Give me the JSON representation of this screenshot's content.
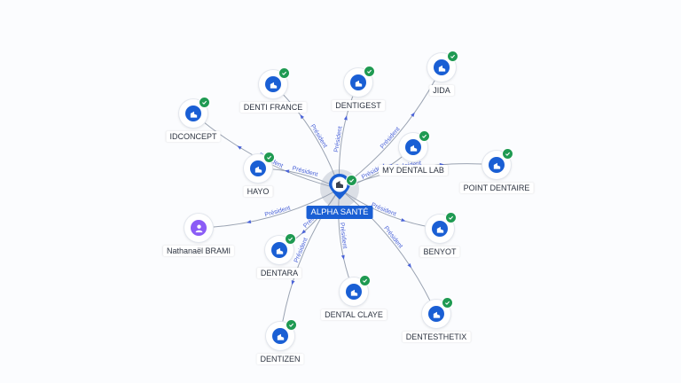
{
  "center": {
    "name": "ALPHA SANTÉ",
    "icon": "building-icon",
    "verified": true
  },
  "edge_label": "Président",
  "nodes": [
    {
      "id": "denti-france",
      "name": "DENTI FRANCE",
      "icon": "building-icon",
      "verified": true
    },
    {
      "id": "dentigest",
      "name": "DENTIGEST",
      "icon": "building-icon",
      "verified": true
    },
    {
      "id": "jida",
      "name": "JIDA",
      "icon": "building-icon",
      "verified": true
    },
    {
      "id": "idconcept",
      "name": "IDCONCEPT",
      "icon": "building-icon",
      "verified": true
    },
    {
      "id": "my-dental-lab",
      "name": "MY DENTAL LAB",
      "icon": "building-icon",
      "verified": true
    },
    {
      "id": "point-dentaire",
      "name": "POINT DENTAIRE",
      "icon": "building-icon",
      "verified": true
    },
    {
      "id": "hayo",
      "name": "HAYO",
      "icon": "building-icon",
      "verified": true
    },
    {
      "id": "nathanael-brami",
      "name": "Nathanaël BRAMI",
      "icon": "person-icon",
      "verified": false
    },
    {
      "id": "benyot",
      "name": "BENYOT",
      "icon": "building-icon",
      "verified": true
    },
    {
      "id": "dentara",
      "name": "DENTARA",
      "icon": "building-icon",
      "verified": true
    },
    {
      "id": "dental-claye",
      "name": "DENTAL CLAYE",
      "icon": "building-icon",
      "verified": true
    },
    {
      "id": "dentesthetix",
      "name": "DENTESTHETIX",
      "icon": "building-icon",
      "verified": true
    },
    {
      "id": "dentizen",
      "name": "DENTIZEN",
      "icon": "building-icon",
      "verified": true
    }
  ],
  "colors": {
    "company": "#1a5fd4",
    "person": "#8b5cf6",
    "verified": "#1f9a52",
    "edge_label": "#4a63d8"
  }
}
